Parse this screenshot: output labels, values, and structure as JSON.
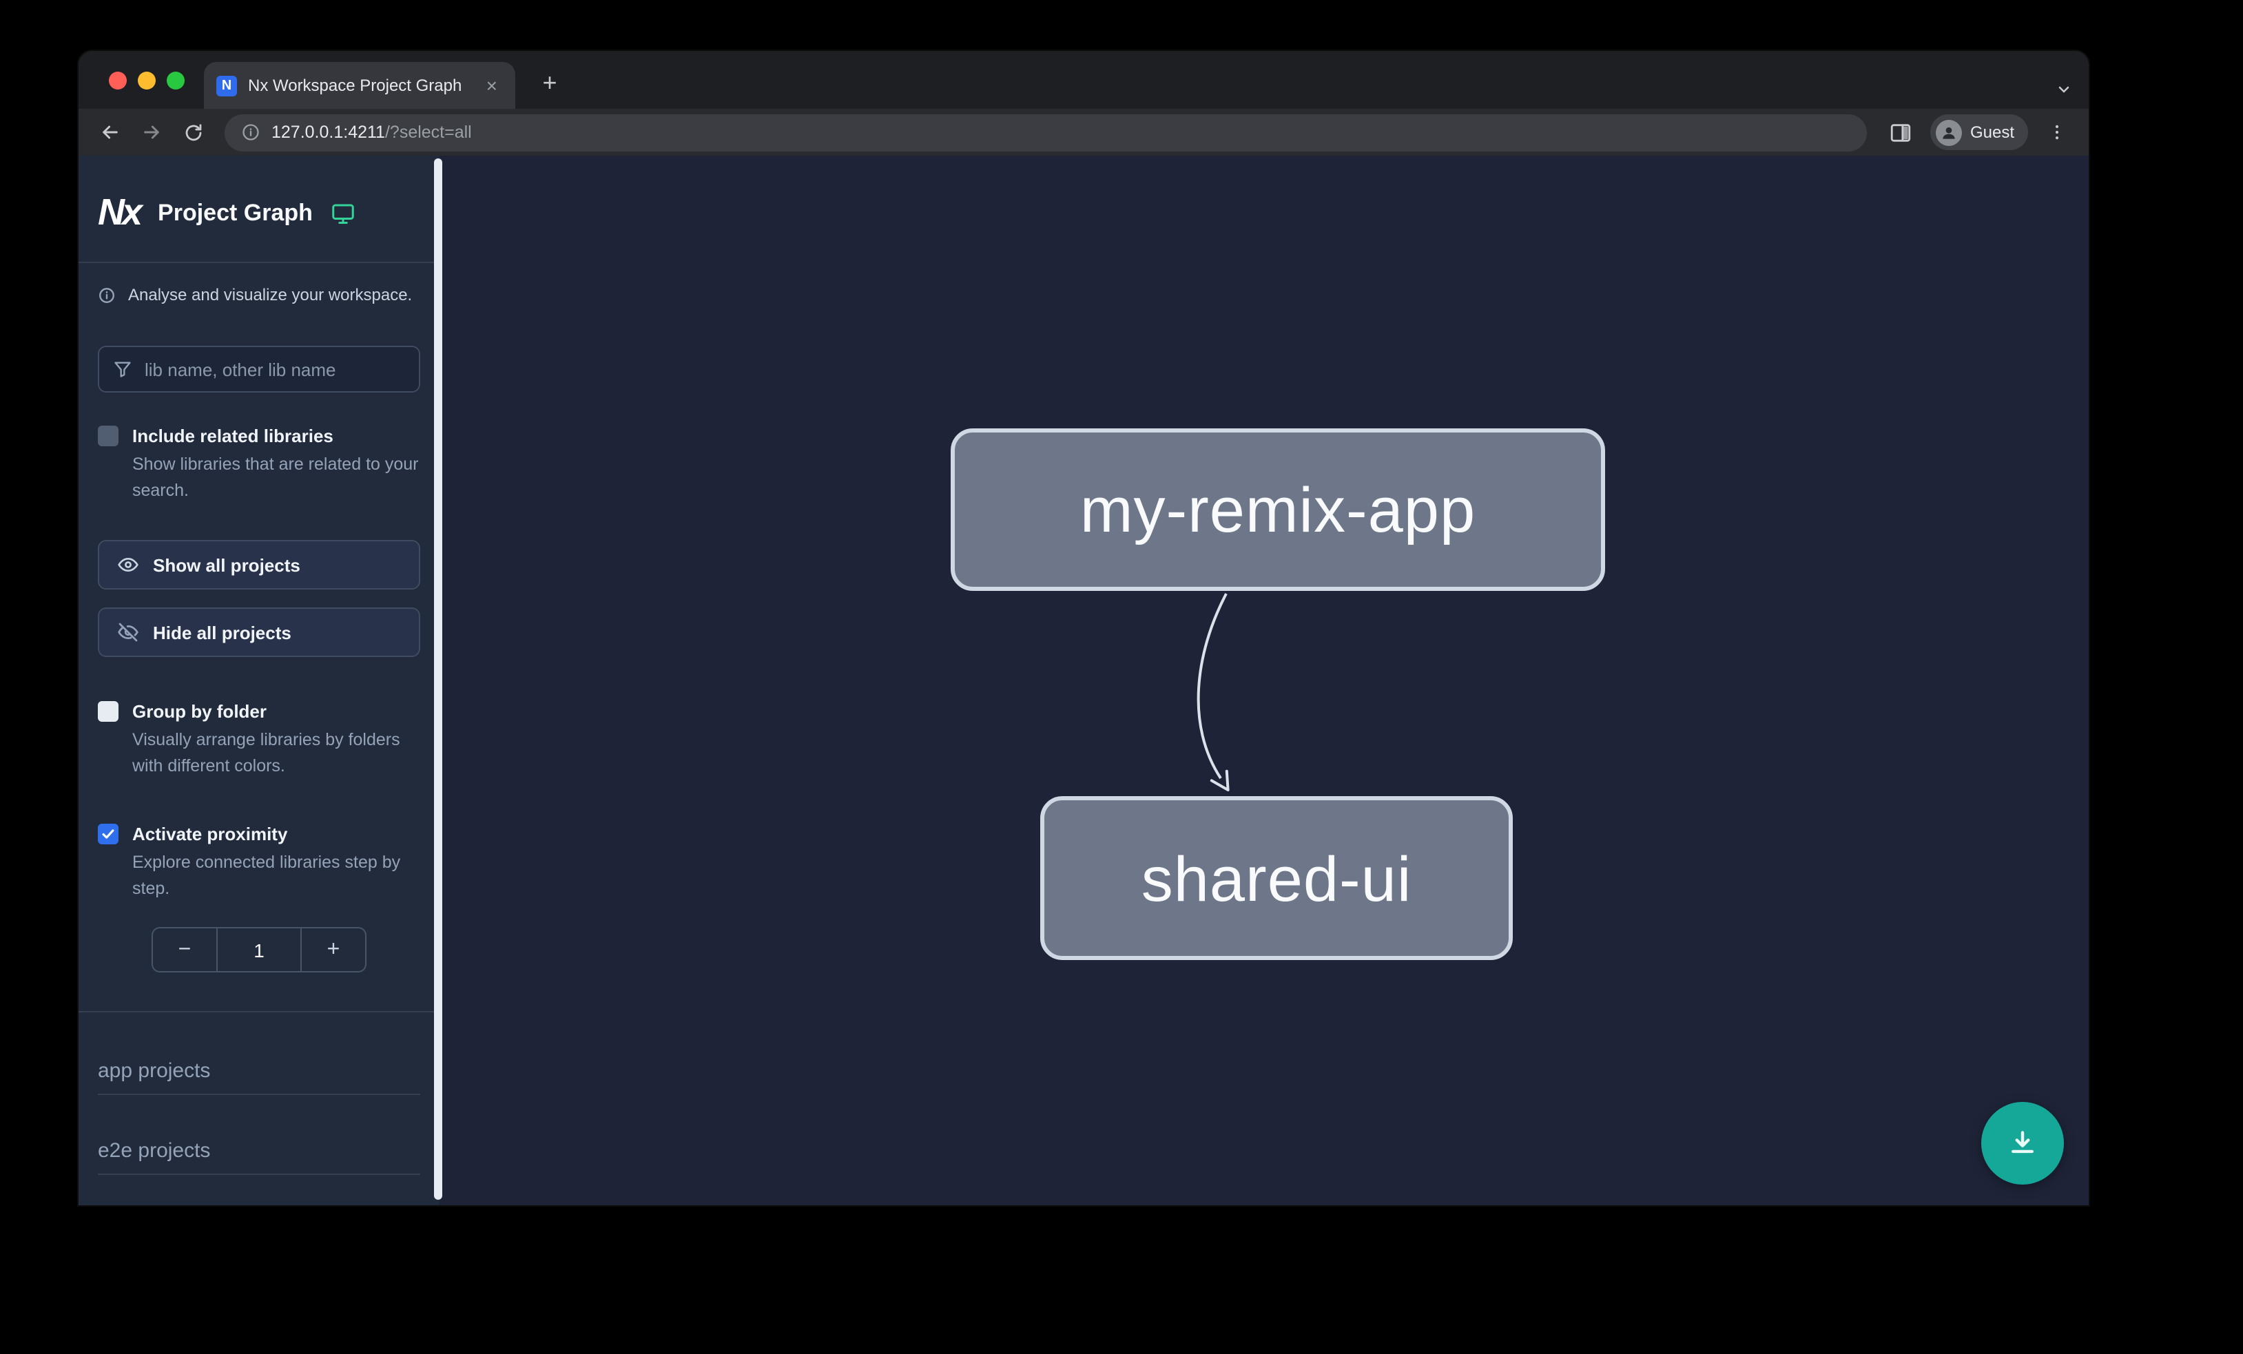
{
  "browser": {
    "tab_title": "Nx Workspace Project Graph",
    "tab_close": "×",
    "new_tab": "+",
    "favicon_letter": "N",
    "url_host": "127.0.0.1:4211",
    "url_path": "/?select=all",
    "profile_label": "Guest"
  },
  "sidebar": {
    "logo_text": "Nx",
    "title": "Project Graph",
    "tagline": "Analyse and visualize your workspace.",
    "search": {
      "placeholder": "lib name, other lib name"
    },
    "include_related": {
      "label": "Include related libraries",
      "description": "Show libraries that are related to your search.",
      "checked": false,
      "disabled": true
    },
    "show_all_label": "Show all projects",
    "hide_all_label": "Hide all projects",
    "group_by_folder": {
      "label": "Group by folder",
      "description": "Visually arrange libraries by folders with different colors.",
      "checked": false
    },
    "proximity": {
      "label": "Activate proximity",
      "description": "Explore connected libraries step by step.",
      "checked": true,
      "decrease": "−",
      "value": "1",
      "increase": "+"
    },
    "sections": [
      {
        "label": "app projects"
      },
      {
        "label": "e2e projects"
      }
    ]
  },
  "graph": {
    "nodes": [
      {
        "label": "my-remix-app"
      },
      {
        "label": "shared-ui"
      }
    ],
    "edges": [
      {
        "source": "my-remix-app",
        "target": "shared-ui"
      }
    ]
  },
  "icons": {
    "traffic_lights": [
      "close-red",
      "minimize-yellow",
      "zoom-green"
    ],
    "monitor-icon": "teal monitor outline",
    "info-icon": "circle i",
    "filter-icon": "funnel",
    "eye-icon": "eye",
    "eye-off-icon": "eye with slash",
    "download-icon": "arrow into tray",
    "guest-avatar-icon": "person silhouette"
  },
  "colors": {
    "accent_teal": "#15a797",
    "logo_icon_teal": "#34d399",
    "checkbox_checked_blue": "#2f6fed",
    "node_fill": "#6d7789",
    "node_border": "#cfd8e3",
    "canvas_bg": "#1e2337",
    "sidebar_bg": "#222b3c"
  }
}
